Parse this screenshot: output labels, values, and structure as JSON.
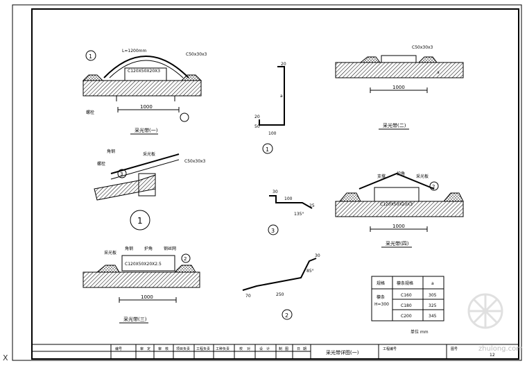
{
  "drawing": {
    "title_block": {
      "cells": [
        "编号",
        "审",
        "定",
        "审",
        "核",
        "项目负责",
        "工程负责",
        "工种负责",
        "校",
        "对",
        "设",
        "计",
        "制",
        "图",
        "日",
        "期"
      ],
      "drawing_title": "采光带详图(一)",
      "project_no_label": "工程编号",
      "sheet_label": "图号",
      "sheet_number": "12"
    },
    "views": {
      "v1": {
        "title": "采光带(一)",
        "dim": "1000",
        "callout": "1",
        "label_arch": "L=1200mm",
        "label_pipe": "C120X50X20X3",
        "label_angle": "C50x30x3",
        "label_bolt": "螺栓"
      },
      "v2": {
        "title": "采光带(二)",
        "dim": "1000",
        "label_angle": "C50x30x3",
        "label_a": "a"
      },
      "v3": {
        "title": "采光带(三)",
        "dim": "1000",
        "label_pipe": "C120X50X20X2.5",
        "labels": [
          "采光板",
          "角钢",
          "护角",
          "钢丝网"
        ],
        "callout": "2"
      },
      "v4": {
        "title": "采光带(四)",
        "dim": "1000",
        "label_pipe": "C120X50X20X3",
        "labels": [
          "支撑",
          "护角",
          "采光板"
        ],
        "callout": "2"
      },
      "detail1": {
        "callout": "1",
        "label_angle": "C50x30x3",
        "labels": [
          "角钢",
          "采光板",
          "螺栓"
        ],
        "circle": "3"
      },
      "profile1": {
        "dims": [
          "20",
          "a",
          "20",
          "50",
          "100"
        ],
        "callout": "1"
      },
      "profile3": {
        "dims": [
          "30",
          "100",
          "135°",
          "25"
        ],
        "callout": "3"
      },
      "profile2": {
        "dims": [
          "30",
          "85°",
          "250",
          "70"
        ],
        "callout": "2"
      }
    },
    "table": {
      "headers": [
        "规格",
        "檩条规格",
        "a"
      ],
      "row_label": "H=300",
      "row_label_top": "檩条",
      "rows": [
        {
          "spec": "C160",
          "a": "305"
        },
        {
          "spec": "C180",
          "a": "325"
        },
        {
          "spec": "C200",
          "a": "345"
        }
      ],
      "unit_note": "单位 mm"
    },
    "watermark": "zhulong.com",
    "corner_mark": "X"
  }
}
